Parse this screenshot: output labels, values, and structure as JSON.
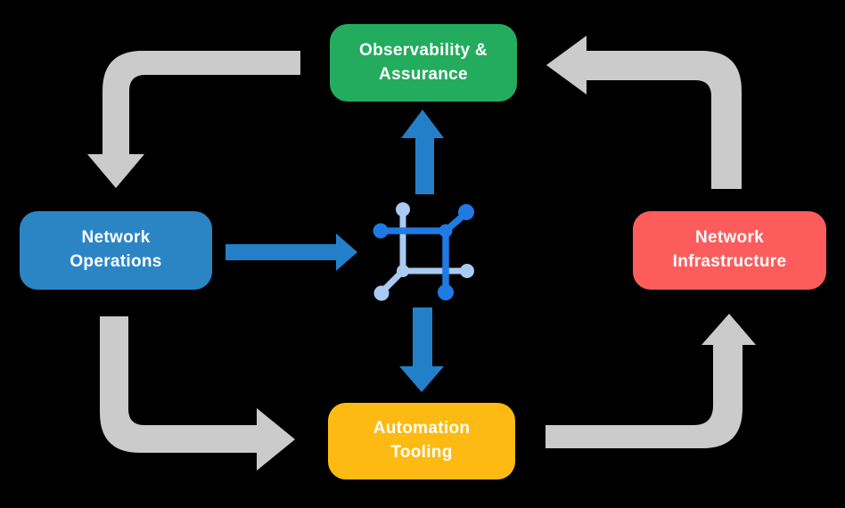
{
  "colors": {
    "background": "#000000",
    "text": "#FFFFFF",
    "green": "#23AC5D",
    "blue": "#2B85C5",
    "red": "#FC5C5C",
    "yellow": "#FDBA12",
    "gray": "#CBCBCB",
    "arrow_blue": "#2380C8",
    "icon_dark_blue": "#1F7AE4",
    "icon_light_blue": "#A9CAF2"
  },
  "nodes": {
    "observability": {
      "label": "Observability &\nAssurance"
    },
    "network_operations": {
      "label": "Network\nOperations"
    },
    "network_infrastructure": {
      "label": "Network\nInfrastructure"
    },
    "automation_tooling": {
      "label": "Automation\nTooling"
    }
  },
  "icons": {
    "center": "network-hub-icon"
  },
  "arrows": {
    "gray_cycle": [
      "observability-to-network-operations",
      "network-operations-to-automation-tooling",
      "automation-tooling-to-network-infrastructure",
      "network-infrastructure-to-observability"
    ],
    "blue": [
      "network-operations-to-hub",
      "hub-to-observability",
      "hub-to-automation-tooling"
    ]
  }
}
